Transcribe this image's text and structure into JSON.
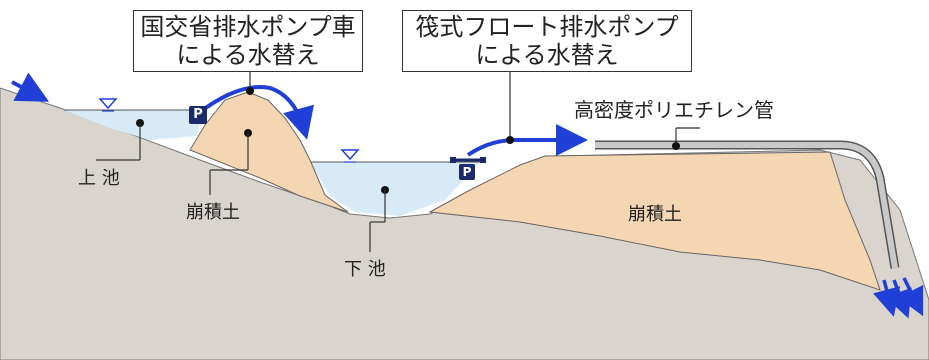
{
  "callouts": {
    "mlit_pump_truck": {
      "line1": "国交省排水ポンプ車",
      "line2": "による水替え"
    },
    "raft_float_pump": {
      "line1": "筏式フロート排水ポンプ",
      "line2": "による水替え"
    }
  },
  "labels": {
    "upper_pond": "上 池",
    "lower_pond": "下 池",
    "debris_left": "崩積土",
    "debris_right": "崩積土",
    "hdpe_pipe": "高密度ポリエチレン管"
  },
  "pump_markers": {
    "truck_pump": "P",
    "float_pump": "P"
  },
  "colors": {
    "ground": "#d9d4cd",
    "debris": "#f5d6b3",
    "water": "#d7eaf6",
    "flow_arrow": "#1f3fd6",
    "pipe": "#c9c9c9",
    "pump": "#1b2a6b"
  }
}
